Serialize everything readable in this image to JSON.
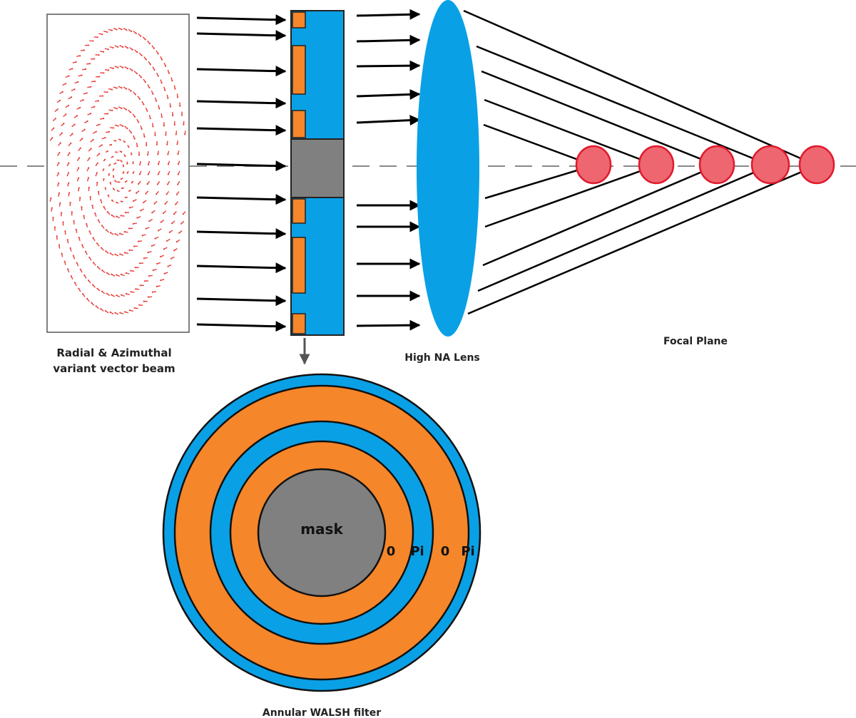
{
  "labels": {
    "beam": [
      "Radial & Azimuthal",
      "variant vector beam"
    ],
    "lens": "High NA Lens",
    "focal": "Focal Plane",
    "filter": "Annular WALSH filter",
    "mask": "mask",
    "ring_phases": [
      "0",
      "Pi",
      "0",
      "Pi"
    ]
  },
  "colors": {
    "beam_vector": "#e8403a",
    "filter_blue": "#0aa0e6",
    "filter_orange": "#f5862a",
    "mask_gray": "#808080",
    "focus_spot_fill": "#ee6670",
    "focus_spot_stroke": "#e01a2c",
    "ray": "#000000",
    "axis": "#888888"
  },
  "focal_spots": 5
}
